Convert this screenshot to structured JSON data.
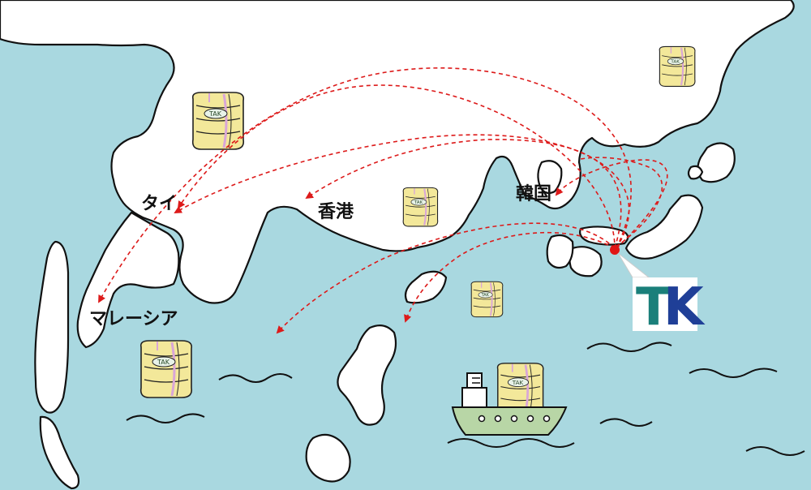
{
  "map": {
    "labels": {
      "thailand": "タイ",
      "hongkong": "香港",
      "korea": "韓国",
      "malaysia": "マレーシア"
    },
    "bale_tag": "TAK",
    "logo": {
      "text": "TK",
      "letter_t": "T",
      "letter_k": "K"
    },
    "colors": {
      "sea": "#a9d8e0",
      "land": "#ffffff",
      "coast_shadow": "#8fc6cf",
      "outline": "#111111",
      "route": "#dd1a1a",
      "origin": "#e01515",
      "bale_fill": "#f3e89a",
      "bale_stripe": "#d9a6d8",
      "ship_hull": "#b8d6a6",
      "logo_teal": "#1a7f7a",
      "logo_blue": "#1f3f97"
    }
  }
}
